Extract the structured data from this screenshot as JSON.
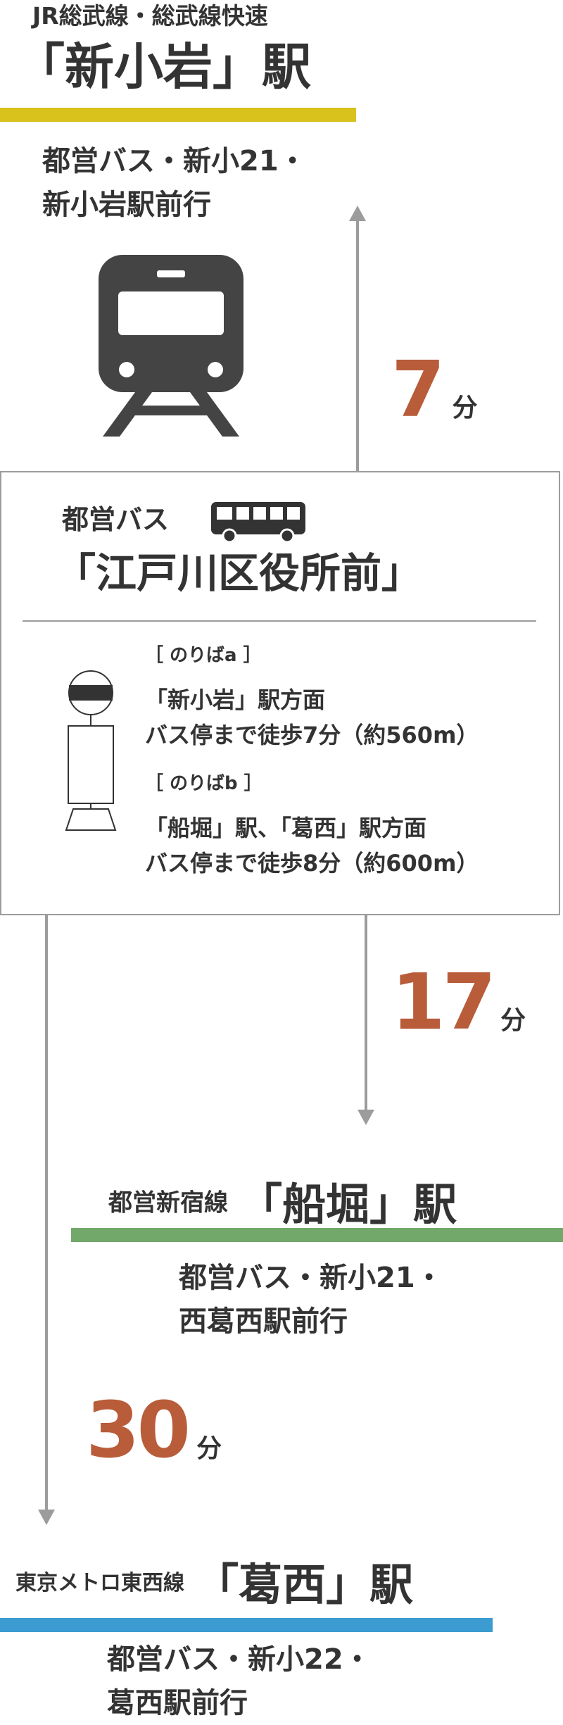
{
  "colors": {
    "text": "#333333",
    "minutes": "#b85c3a",
    "arrow": "#9c9c9c",
    "shinkoiwa_line": "#d9c21c",
    "funabori_line": "#72a86a",
    "kasai_line": "#3c9bd0",
    "box_border": "#9c9c9c"
  },
  "shinkoiwa": {
    "line_name": "JR総武線・総武線快速",
    "station": "「新小岩」駅",
    "bus_route": [
      "都営バス・新小21・",
      "新小岩駅前行"
    ],
    "icon": "train-icon"
  },
  "edogawa_stop": {
    "operator": "都営バス",
    "bus_icon": "bus-icon",
    "name": "「江戸川区役所前」",
    "stop_icon": "bus-stop-sign-icon",
    "stop_a": {
      "label": "［ のりばa ］",
      "direction": "「新小岩」駅方面",
      "walk": "バス停まで徒歩7分（約560m）"
    },
    "stop_b": {
      "label": "［ のりばb ］",
      "direction": "「船堀」駅、「葛西」駅方面",
      "walk": "バス停まで徒歩8分（約600m）"
    }
  },
  "legs": {
    "to_shinkoiwa": {
      "number": "7",
      "unit": "分"
    },
    "to_funabori": {
      "number": "17",
      "unit": "分"
    },
    "to_kasai": {
      "number": "30",
      "unit": "分"
    }
  },
  "funabori": {
    "line_name": "都営新宿線",
    "station": "「船堀」駅",
    "bus_route": [
      "都営バス・新小21・",
      "西葛西駅前行"
    ]
  },
  "kasai": {
    "line_name": "東京メトロ東西線",
    "station": "「葛西」駅",
    "bus_route": [
      "都営バス・新小22・",
      "葛西駅前行"
    ]
  }
}
